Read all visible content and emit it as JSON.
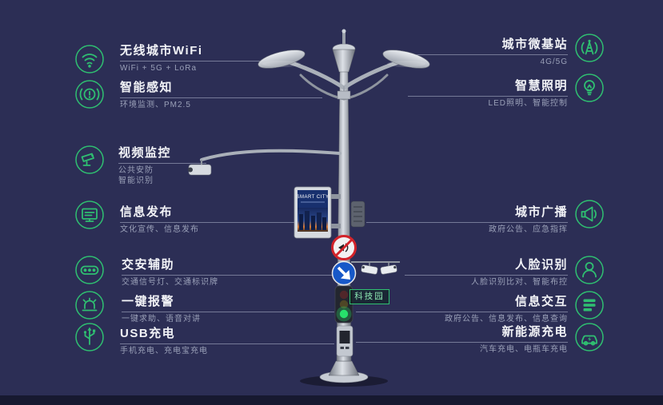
{
  "colors": {
    "background": "#2c2e55",
    "accent": "#2fbf71",
    "leader_line": "#8d93ad",
    "title": "#f2f3f7",
    "subtitle": "#9aa0b8"
  },
  "left_features": [
    {
      "title": "无线城市WiFi",
      "subtitle": "WiFi + 5G + LoRa",
      "icon": "wifi-icon"
    },
    {
      "title": "智能感知",
      "subtitle": "环境监测、PM2.5",
      "icon": "sensor-icon"
    },
    {
      "title": "视频监控",
      "subtitle": "公共安防",
      "subtitle2": "智能识别",
      "icon": "cctv-camera-icon"
    },
    {
      "title": "信息发布",
      "subtitle": "文化宣传、信息发布",
      "icon": "display-screen-icon"
    },
    {
      "title": "交安辅助",
      "subtitle": "交通信号灯、交通标识牌",
      "icon": "traffic-light-icon"
    },
    {
      "title": "一键报警",
      "subtitle": "一键求助、语音对讲",
      "icon": "alarm-icon"
    },
    {
      "title": "USB充电",
      "subtitle": "手机充电、充电宝充电",
      "icon": "usb-icon"
    }
  ],
  "right_features": [
    {
      "title": "城市微基站",
      "subtitle": "4G/5G",
      "icon": "antenna-icon"
    },
    {
      "title": "智慧照明",
      "subtitle": "LED照明、智能控制",
      "icon": "bulb-icon"
    },
    {
      "title": "城市广播",
      "subtitle": "政府公告、应急指挥",
      "icon": "megaphone-icon"
    },
    {
      "title": "人脸识别",
      "subtitle": "人脸识别比对、智能布控",
      "icon": "person-icon"
    },
    {
      "title": "信息交互",
      "subtitle": "政府公告、信息发布、信息查询",
      "icon": "info-list-icon"
    },
    {
      "title": "新能源充电",
      "subtitle": "汽车充电、电瓶车充电",
      "icon": "ev-car-icon"
    }
  ],
  "pole": {
    "screen_title": "SMART CITY",
    "tag_label": "科技园"
  }
}
